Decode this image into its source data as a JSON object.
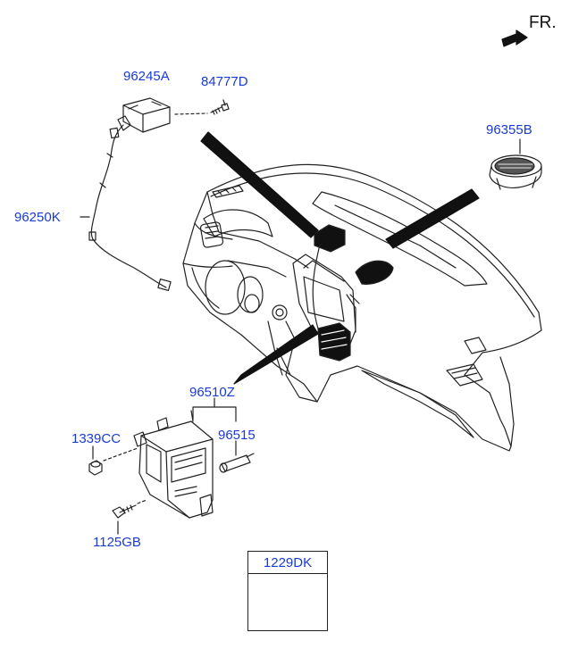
{
  "direction": {
    "label": "FR."
  },
  "callouts": {
    "p96245A": "96245A",
    "p84777D": "84777D",
    "p96355B": "96355B",
    "p96250K": "96250K",
    "p96510Z": "96510Z",
    "p96515": "96515",
    "p1339CC": "1339CC",
    "p1125GB": "1125GB"
  },
  "legend_box": {
    "label": "1229DK"
  },
  "colors": {
    "callout": "#1a3ad6",
    "line": "#222222"
  }
}
